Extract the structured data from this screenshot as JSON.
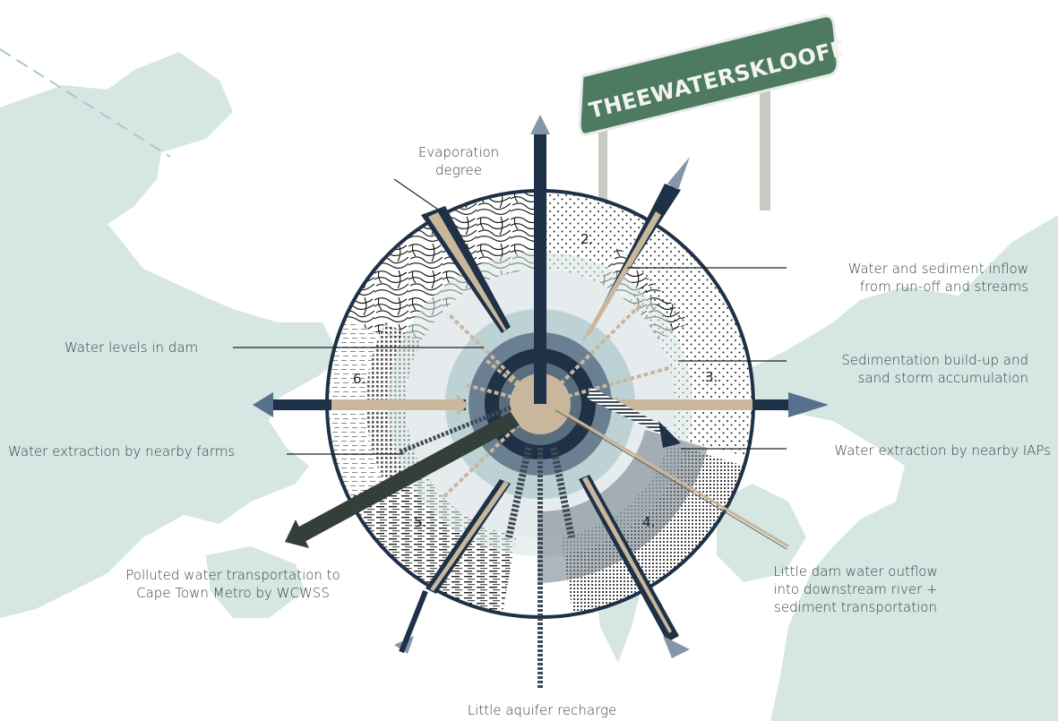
{
  "sign": {
    "text": "THEEWATERSKLOOFDAM"
  },
  "labels": {
    "evaporation_l1": "Evaporation",
    "evaporation_l2": "degree",
    "inflow_l1": "Water and sediment inflow",
    "inflow_l2": "from run-off and streams",
    "sedimentation_l1": "Sedimentation build-up and",
    "sedimentation_l2": "sand storm accumulation",
    "iaps": "Water extraction by nearby IAPs",
    "outflow_l1": "Little dam water outflow",
    "outflow_l2": "into downstream river +",
    "outflow_l3": "sediment transportation",
    "aquifer": "Little aquifer recharge",
    "polluted_l1": "Polluted water transportation to",
    "polluted_l2": "Cape Town Metro by WCWSS",
    "farms": "Water extraction by nearby farms",
    "water_levels": "Water levels in dam"
  },
  "segment_numbers": {
    "n2": "2.",
    "n3": "3.",
    "n4": "4.",
    "n5": "5.",
    "n6": "6."
  },
  "colors": {
    "navy": "#1f3147",
    "dark_green": "#343f3a",
    "tan": "#c8b79c",
    "pale_water": "#d5e6e3",
    "sign_green": "#4f7a62"
  }
}
